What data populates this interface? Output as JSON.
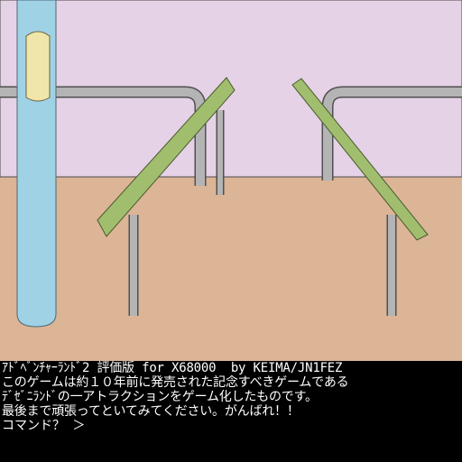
{
  "scene": {
    "name": "amusement-park-entrance-turnstiles",
    "colors": {
      "sky": "#e6d2e6",
      "ground": "#dcb496",
      "rail": "#b4b4b4",
      "rail_outline": "#505050",
      "turnstile_arm": "#a0be6e",
      "pole": "#a0d2e6",
      "pole_panel": "#f0e6aa"
    }
  },
  "text_window": {
    "lines": [
      "ｱﾄﾞﾍﾞﾝﾁｬｰﾗﾝﾄﾞ2 評価版 for X68000  by KEIMA/JN1FEZ",
      "このゲームは約１０年前に発売された記念すべきゲームである",
      "ﾃﾞｾﾞﾆﾗﾝﾄﾞの一アトラクションをゲーム化したものです。",
      "最後まで頑張ってといてみてください。がんばれ！！"
    ],
    "prompt": "コマンド？ ＞",
    "input_value": ""
  }
}
